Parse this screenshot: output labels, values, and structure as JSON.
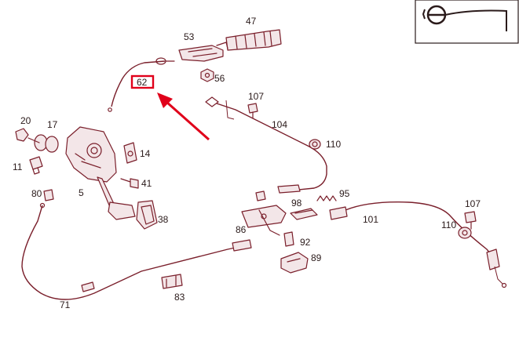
{
  "diagram": {
    "colors": {
      "line": "#7a1f2b",
      "highlight": "#e0001a",
      "label": "#2a1a1a"
    },
    "highlighted_label": "62",
    "labels": {
      "l47": "47",
      "l53": "53",
      "l56": "56",
      "l62": "62",
      "l107a": "107",
      "l104": "104",
      "l110a": "110",
      "l20": "20",
      "l17": "17",
      "l14": "14",
      "l11": "11",
      "l41": "41",
      "l80": "80",
      "l5": "5",
      "l38": "38",
      "l95": "95",
      "l98": "98",
      "l101": "101",
      "l107b": "107",
      "l110b": "110",
      "l86": "86",
      "l92": "92",
      "l89": "89",
      "l71": "71",
      "l83": "83"
    }
  }
}
